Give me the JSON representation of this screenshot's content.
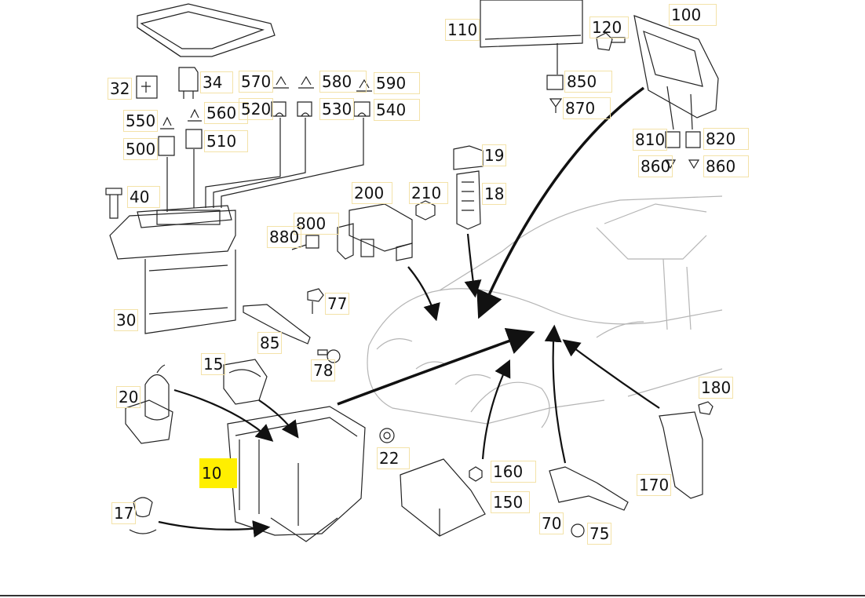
{
  "highlight_color": "#ffef00",
  "selected_part": "10",
  "labels": {
    "l100": "100",
    "l110": "110",
    "l120": "120",
    "l850": "850",
    "l870": "870",
    "l810": "810",
    "l820": "820",
    "l860a": "860",
    "l860b": "860",
    "l32": "32",
    "l34": "34",
    "l570": "570",
    "l580": "580",
    "l590": "590",
    "l550": "550",
    "l560": "560",
    "l520": "520",
    "l530": "530",
    "l540": "540",
    "l500": "500",
    "l510": "510",
    "l19": "19",
    "l18": "18",
    "l200": "200",
    "l210": "210",
    "l40": "40",
    "l800": "800",
    "l880": "880",
    "l30": "30",
    "l77": "77",
    "l85": "85",
    "l78": "78",
    "l15": "15",
    "l20": "20",
    "l10": "10",
    "l22": "22",
    "l160": "160",
    "l150": "150",
    "l17": "17",
    "l70": "70",
    "l75": "75",
    "l170": "170",
    "l180": "180"
  }
}
